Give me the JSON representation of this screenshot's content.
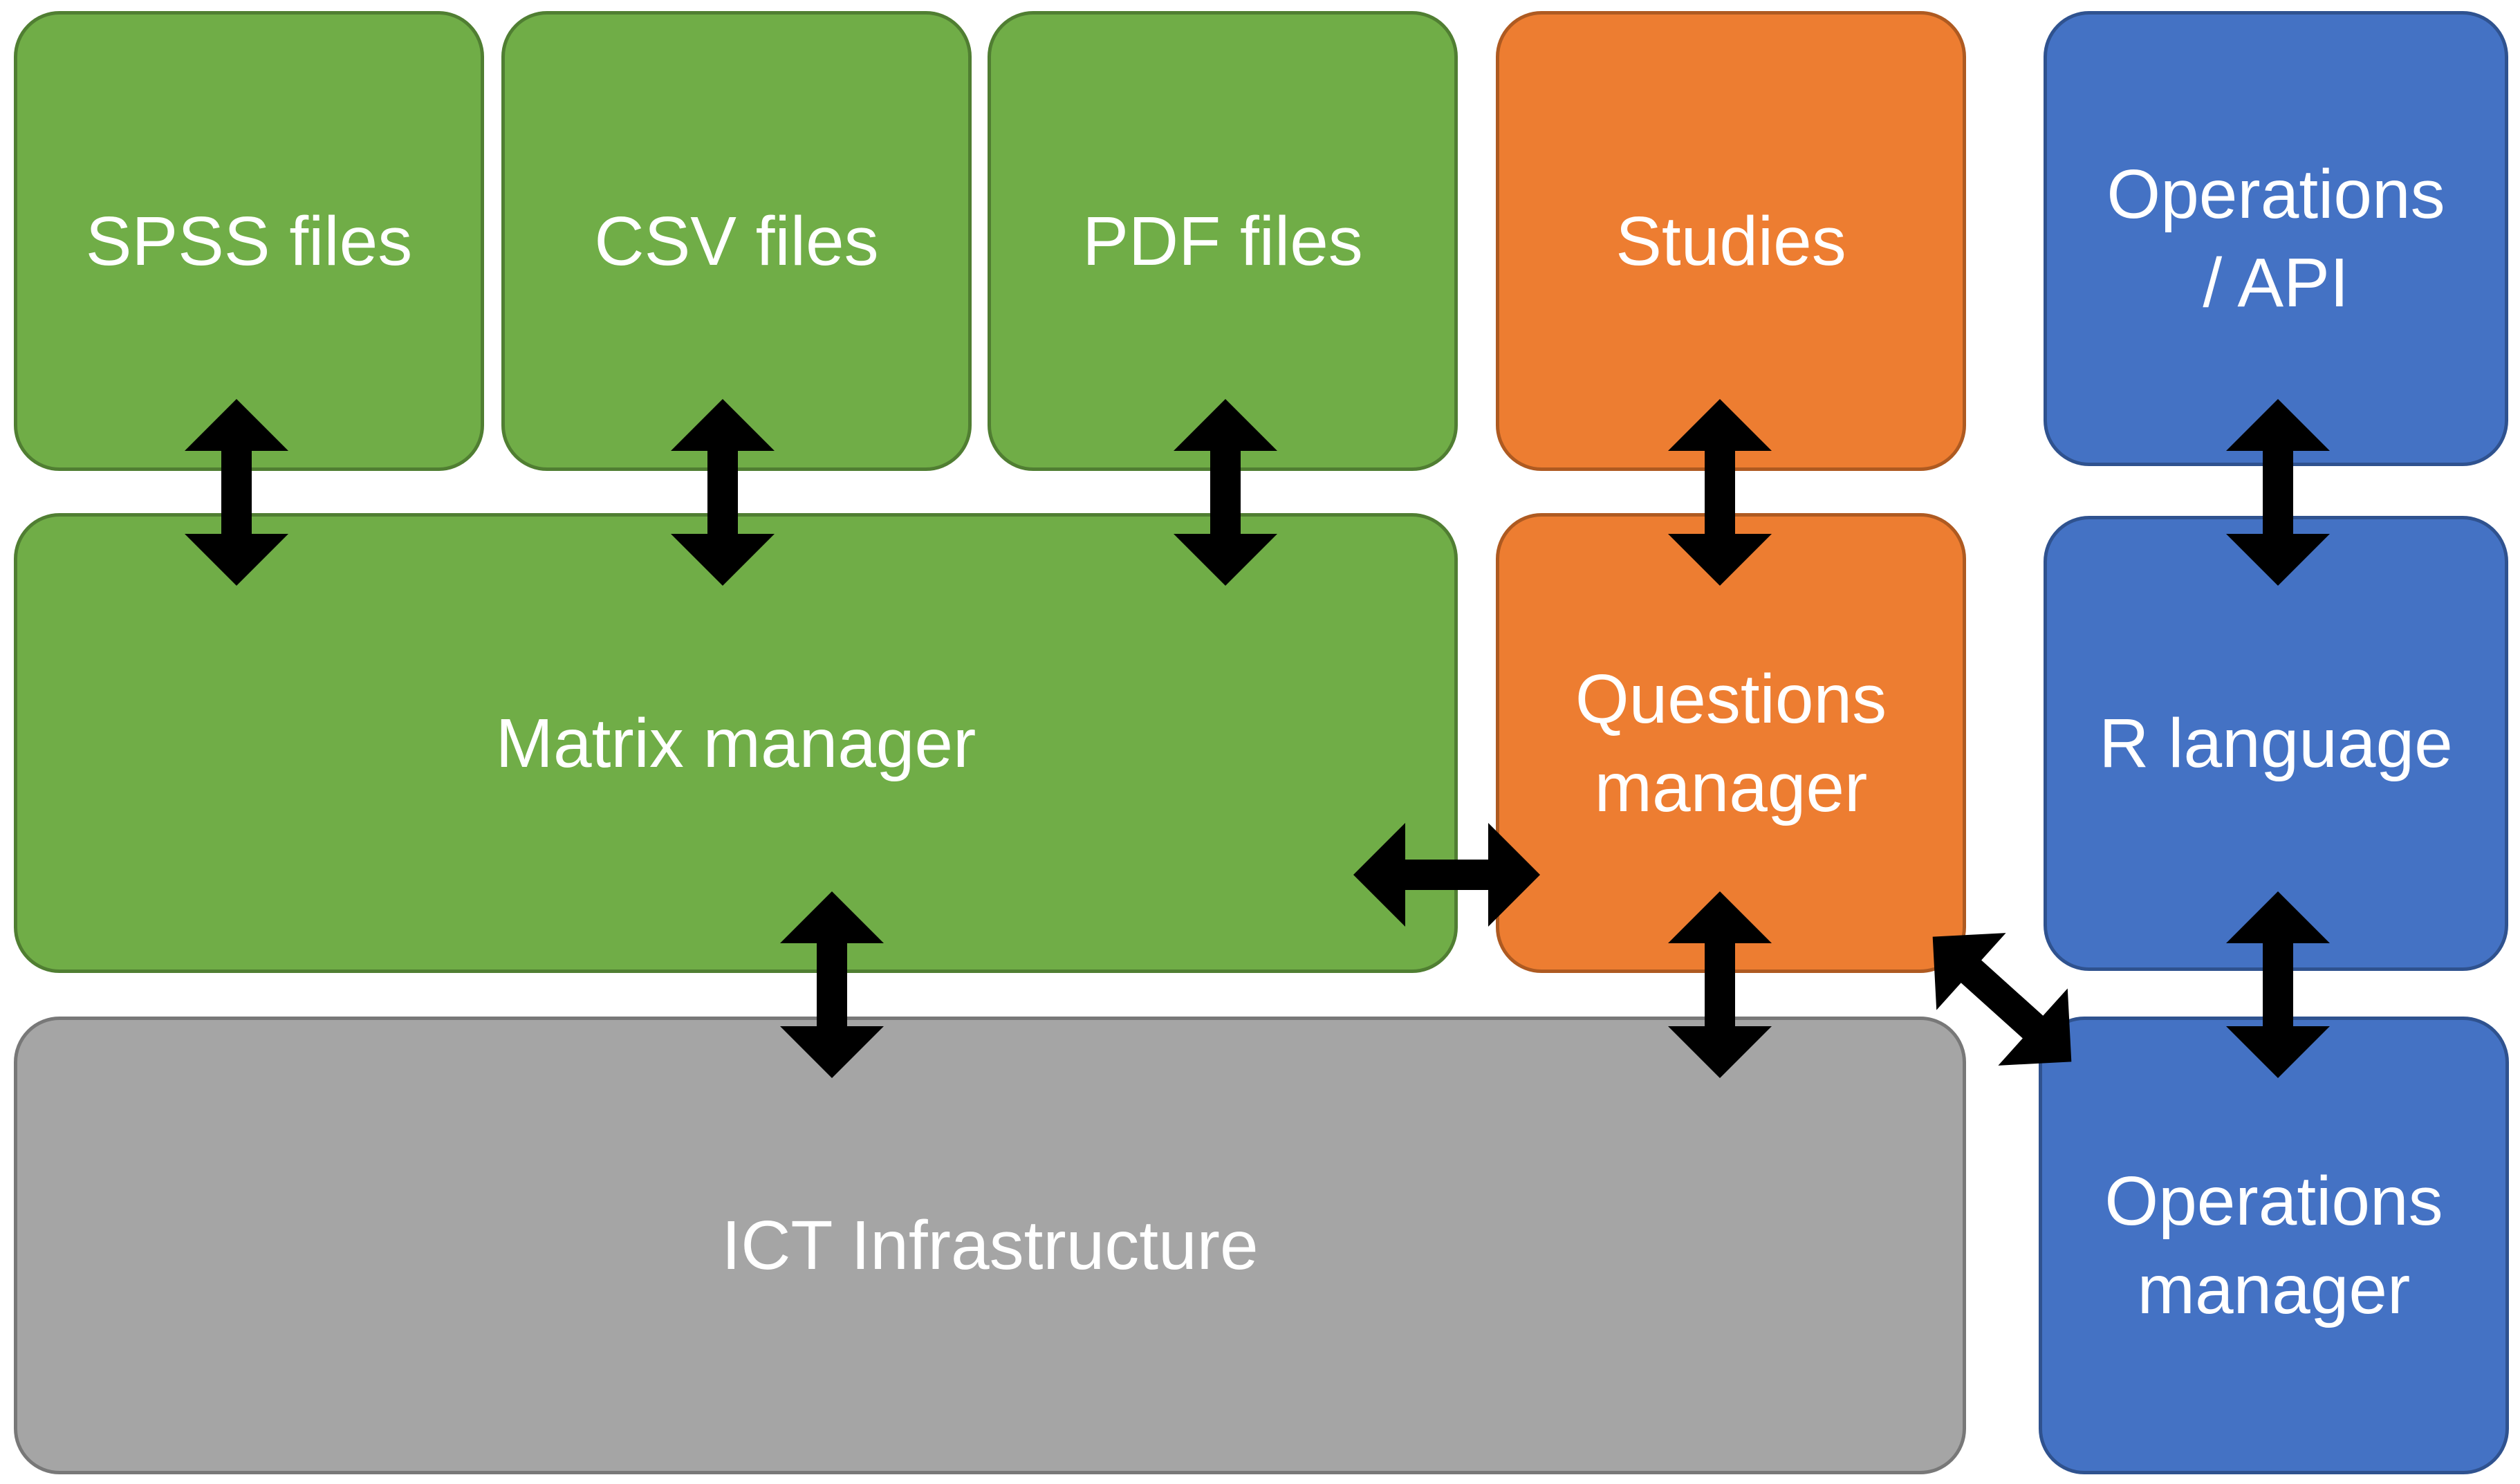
{
  "boxes": {
    "spss": "SPSS files",
    "csv": "CSV files",
    "pdf": "PDF files",
    "studies": "Studies",
    "ops_api_line1": "Operations",
    "ops_api_line2": "/ API",
    "matrix": "Matrix manager",
    "questions_line1": "Questions",
    "questions_line2": "manager",
    "r_language": "R language",
    "ict": "ICT Infrastructure",
    "ops_mgr_line1": "Operations",
    "ops_mgr_line2": "manager"
  },
  "colors": {
    "green": "#70ad47",
    "orange": "#ed7d31",
    "blue": "#4472c4",
    "gray": "#a5a5a5",
    "arrow": "#000000"
  }
}
